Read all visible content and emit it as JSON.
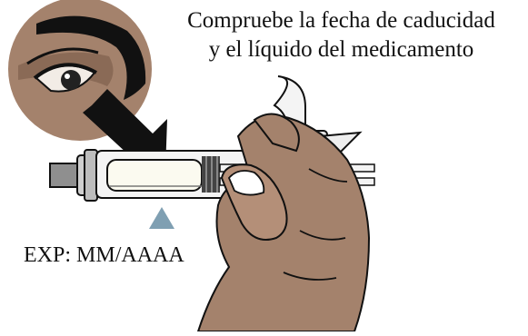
{
  "instruction": {
    "line1": "Compruebe la fecha de caducidad",
    "line2": "y el líquido del medicamento"
  },
  "expiry_label": "EXP: MM/AAAA",
  "colors": {
    "skin": "#a4826c",
    "skin_shadow": "#8a6a56",
    "outline": "#111111",
    "triangle": "#7f9fb2",
    "syringe_body": "#f4f4f4",
    "plunger_dark": "#444444",
    "cap_gray": "#8f8f8f",
    "medicine_liquid": "#fbfaf0"
  },
  "icons": [
    "eye-icon",
    "arrow-icon",
    "triangle-indicator-icon",
    "syringe-icon",
    "hand-icon"
  ]
}
